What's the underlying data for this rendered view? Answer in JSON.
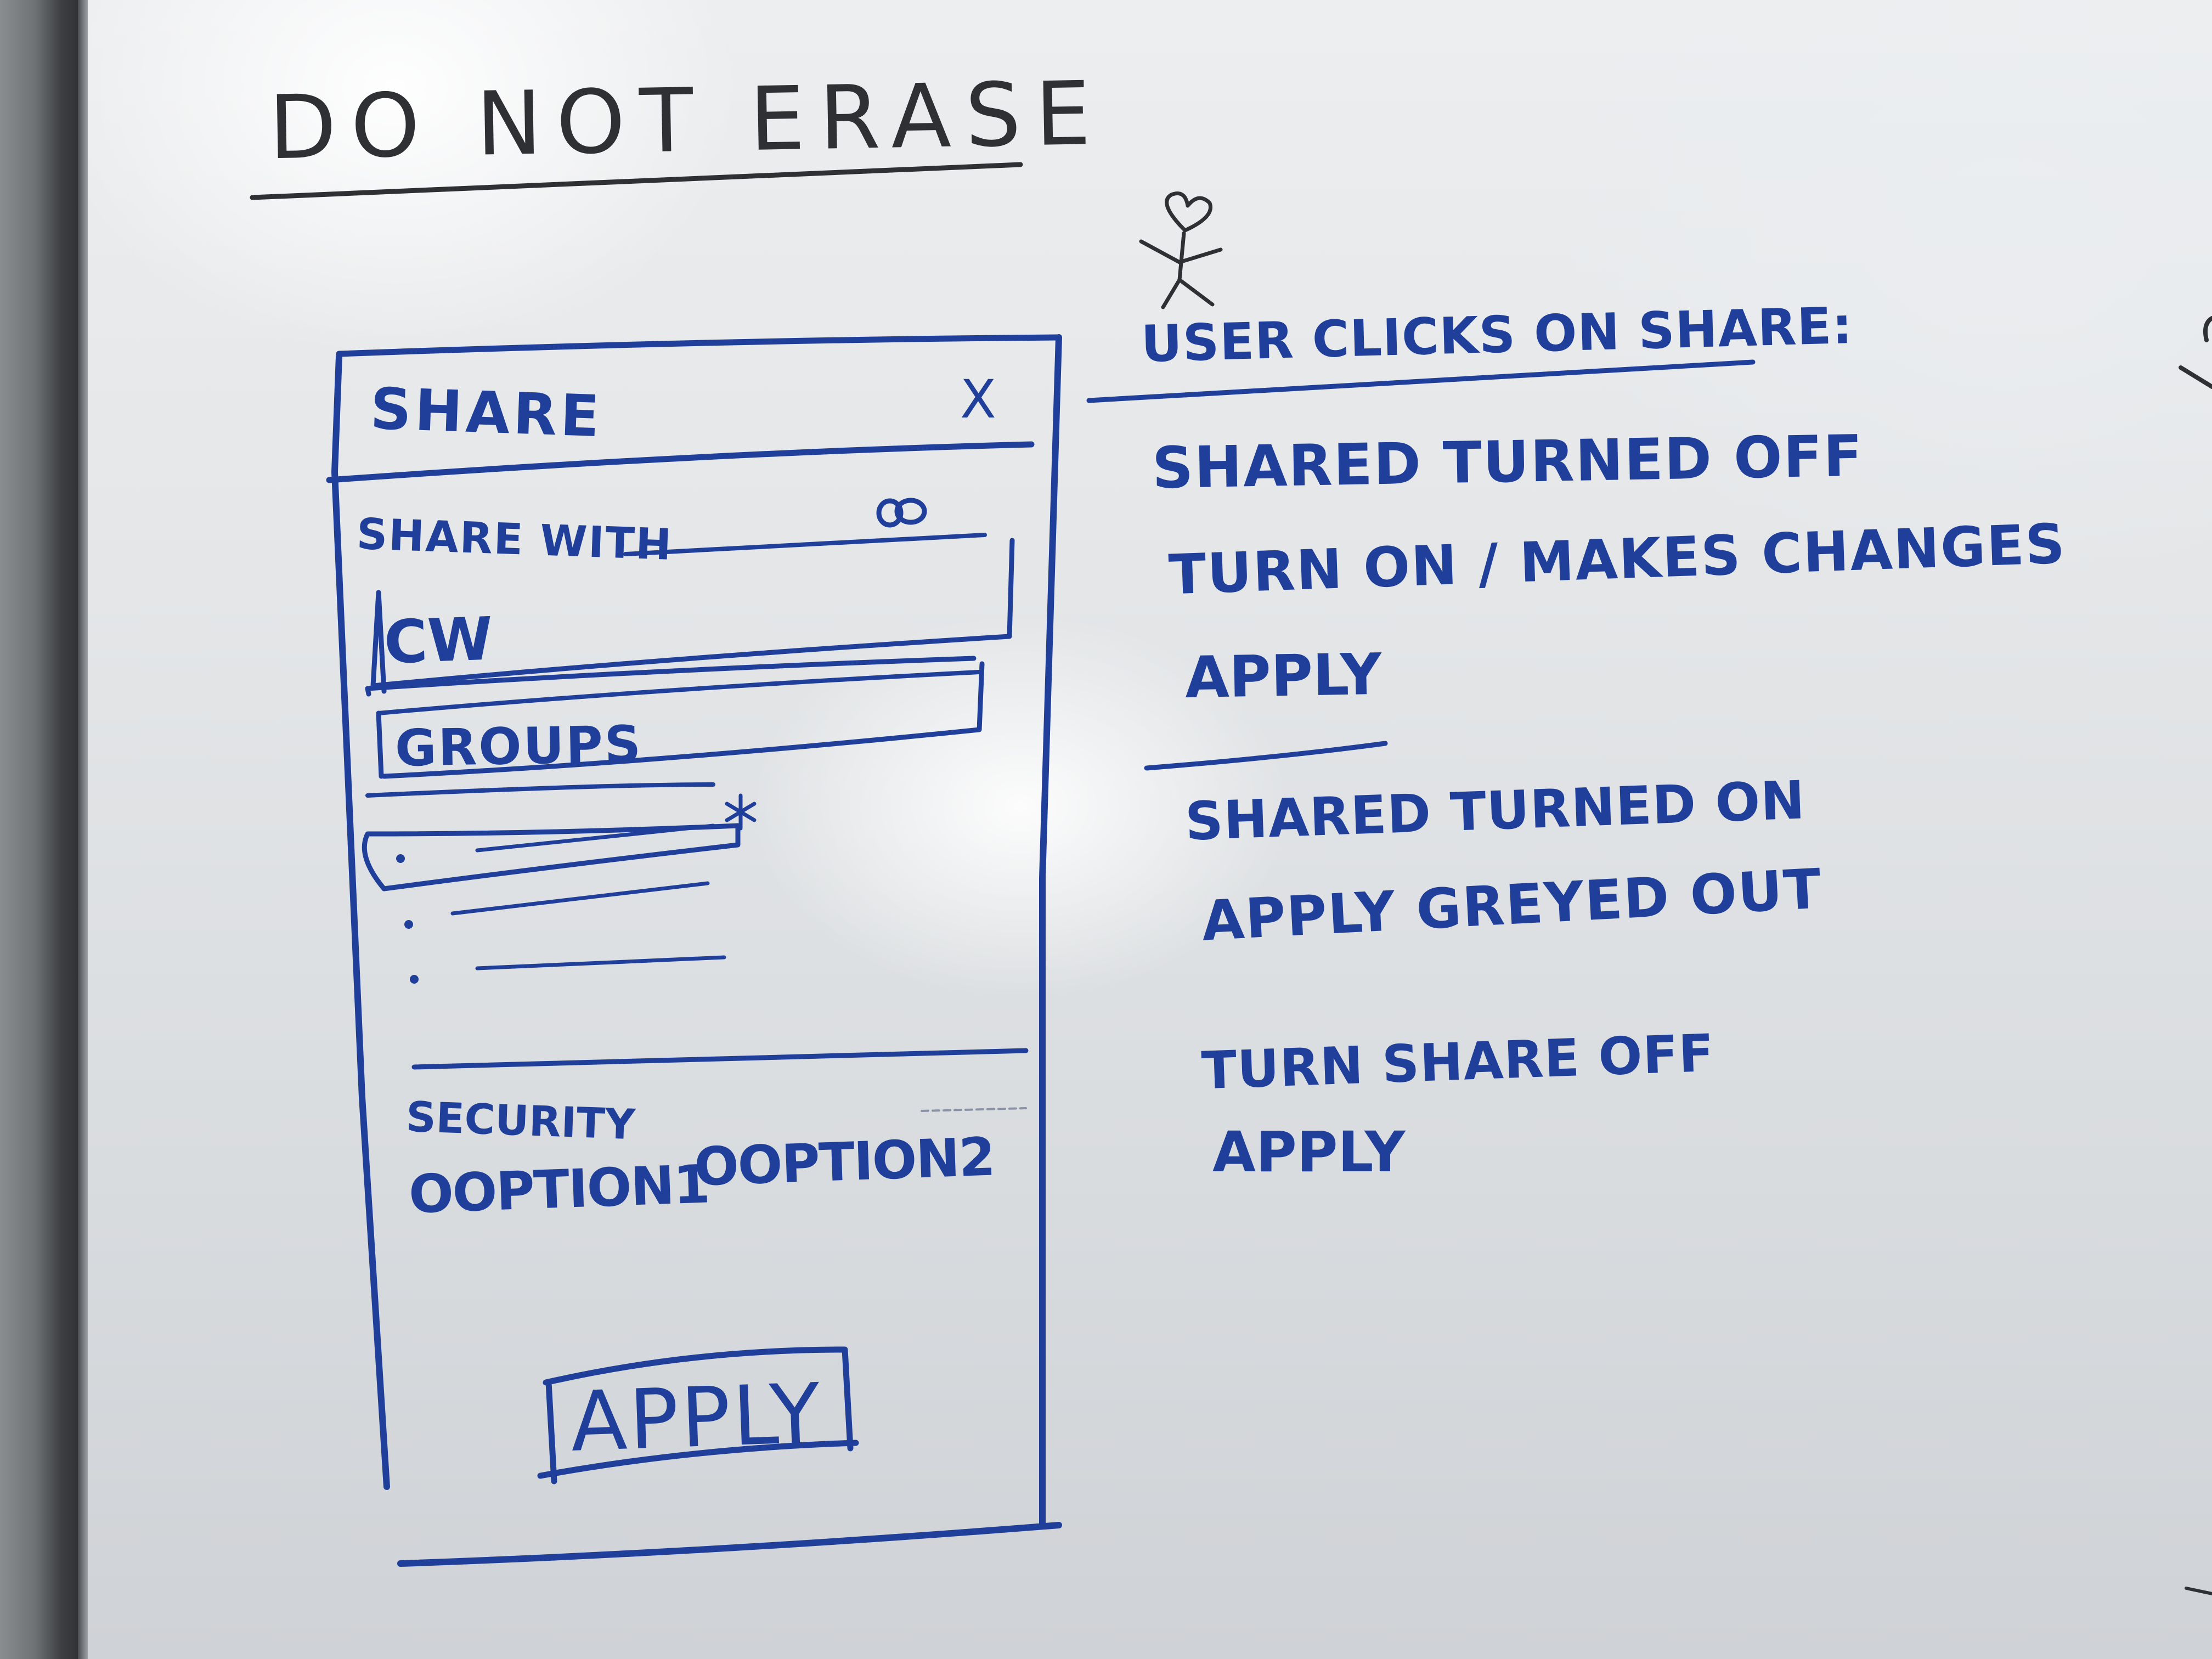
{
  "header_note": "DO NOT ERASE",
  "dialog_sketch": {
    "title": "SHARE",
    "close": "X",
    "share_with_label": "SHARE WITH",
    "fields": [
      "CW",
      "GROUPS"
    ],
    "security_label": "SECURITY",
    "options": [
      "OOPTION1",
      "OOPTION2"
    ],
    "apply_button": "APPLY"
  },
  "notes": {
    "heading": "USER CLICKS ON SHARE:",
    "items": [
      "SHARED TURNED OFF",
      "TURN ON / MAKES CHANGES",
      "APPLY",
      "SHARED TURNED ON",
      "APPLY GREYED OUT",
      "TURN SHARE OFF",
      "APPLY"
    ]
  },
  "colors": {
    "marker_blue": "#1f3f9a",
    "marker_black": "#2f3033",
    "board": "#e4e6e8"
  }
}
